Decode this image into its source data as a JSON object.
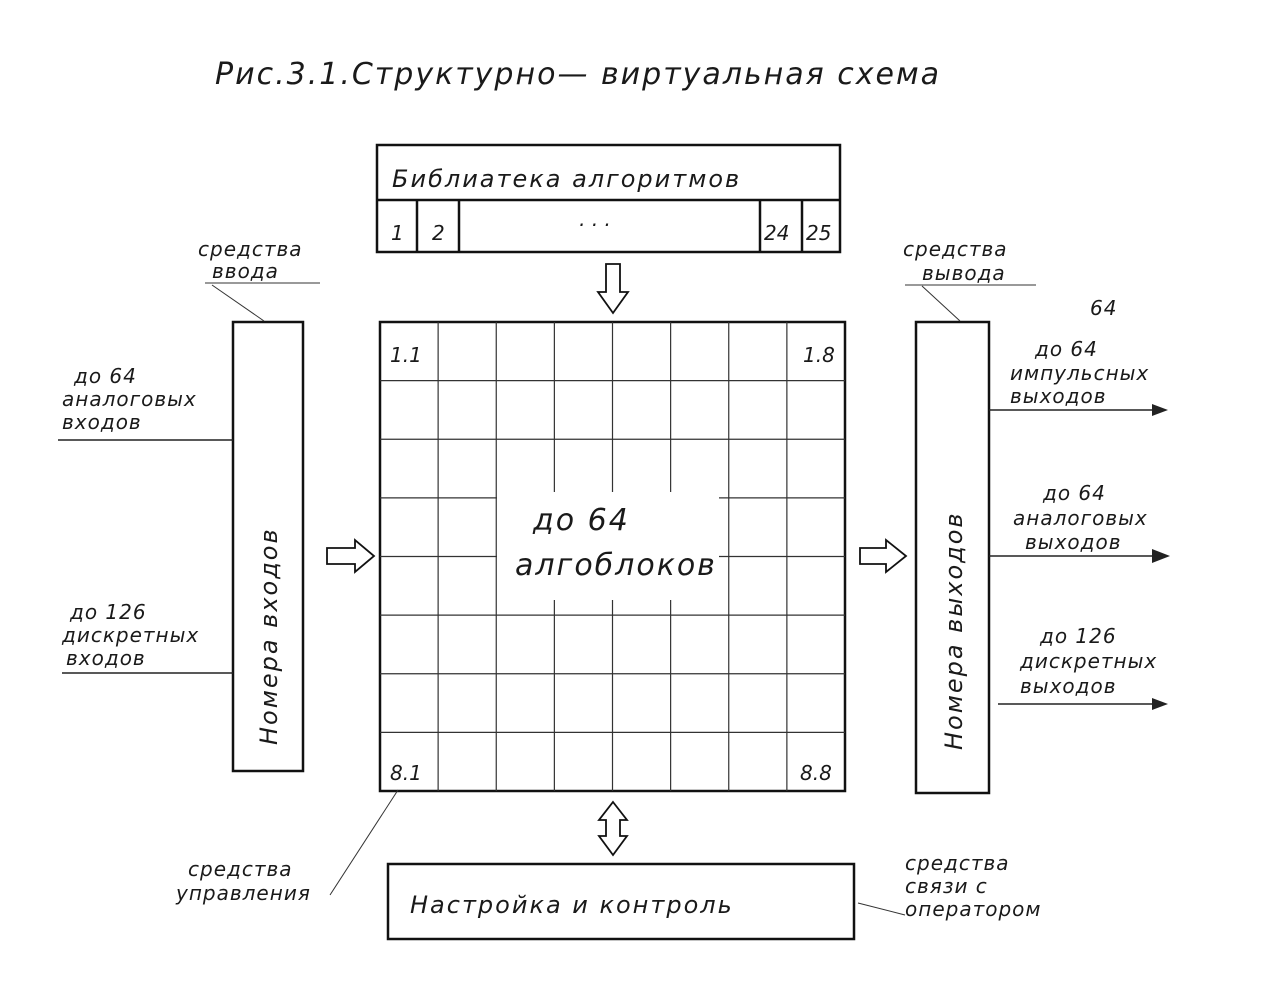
{
  "title": "Рис.3.1.Структурно— виртуальная схема",
  "library": {
    "label": "Библиатека алгоритмов",
    "cells": [
      "1",
      "2",
      "· · ·",
      "24",
      "25"
    ]
  },
  "grid": {
    "rows": 8,
    "cols": 8,
    "corner_tl": "1.1",
    "corner_tr": "1.8",
    "corner_bl": "8.1",
    "corner_br": "8.8",
    "center_line1": "до 64",
    "center_line2": "алгоблоков"
  },
  "inputs_block": {
    "label": "Номера входов"
  },
  "outputs_block": {
    "label": "Номера выходов"
  },
  "control_box": {
    "label": "Настройка и контроль"
  },
  "annotations": {
    "input_means": [
      "средства",
      "ввода"
    ],
    "output_means": [
      "средства",
      "вывода"
    ],
    "control_means": [
      "средства",
      "управления"
    ],
    "operator_means": [
      "средства",
      "связи с",
      "оператором"
    ],
    "handwritten_64": "64"
  },
  "left_inputs": [
    {
      "lines": [
        "до 64",
        "аналоговых",
        "входов"
      ]
    },
    {
      "lines": [
        "до 126",
        "дискретных",
        "входов"
      ]
    }
  ],
  "right_outputs": [
    {
      "lines": [
        "до 64",
        "импульсных",
        "выходов"
      ]
    },
    {
      "lines": [
        "до 64",
        "аналоговых",
        "выходов"
      ]
    },
    {
      "lines": [
        "до 126",
        "дискретных",
        "выходов"
      ]
    }
  ]
}
